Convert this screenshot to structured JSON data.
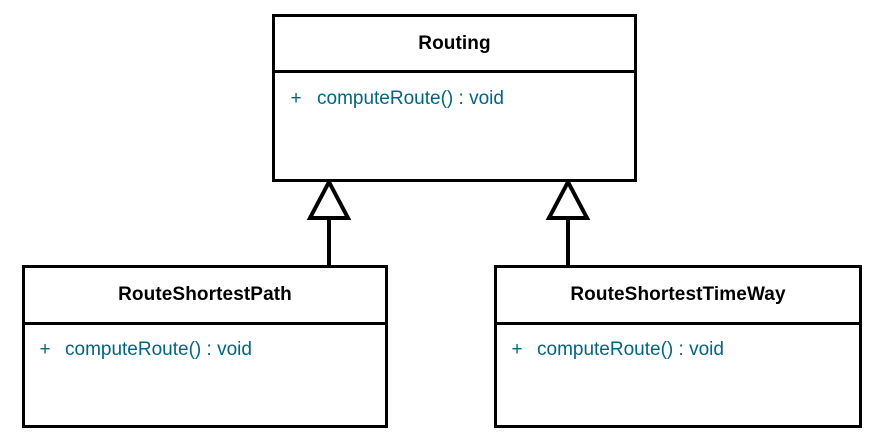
{
  "diagram": {
    "kind": "uml-class-diagram",
    "background_color": "#ffffff",
    "border_color": "#000000",
    "class_name_color": "#000000",
    "member_color": "#006680",
    "classes": [
      {
        "id": "Routing",
        "name": "Routing",
        "role": "superclass",
        "members": [
          {
            "visibility": "+",
            "signature": "computeRoute() : void"
          }
        ]
      },
      {
        "id": "RouteShortestPath",
        "name": "RouteShortestPath",
        "role": "subclass",
        "members": [
          {
            "visibility": "+",
            "signature": "computeRoute() : void"
          }
        ]
      },
      {
        "id": "RouteShortestTimeWay",
        "name": "RouteShortestTimeWay",
        "role": "subclass",
        "members": [
          {
            "visibility": "+",
            "signature": "computeRoute() : void"
          }
        ]
      }
    ],
    "relationships": [
      {
        "type": "generalization",
        "label": "",
        "from": "RouteShortestPath",
        "to": "Routing",
        "arrow": "hollow-triangle"
      },
      {
        "type": "generalization",
        "label": "",
        "from": "RouteShortestTimeWay",
        "to": "Routing",
        "arrow": "hollow-triangle"
      }
    ]
  }
}
